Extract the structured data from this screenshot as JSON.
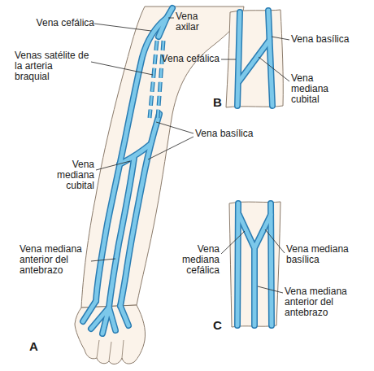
{
  "diagram": {
    "labels": [
      "Vena cefálica",
      "Vena axilar",
      "Venas satélite de la arteria braquial",
      "Vena cefálica",
      "Vena basílica",
      "Vena mediana cubital",
      "B",
      "Vena basílica",
      "Vena mediana cubital",
      "Vena mediana anterior del antebrazo",
      "Vena mediana cefálica",
      "Vena mediana basílica",
      "Vena mediana anterior del antebrazo",
      "A",
      "C"
    ]
  }
}
